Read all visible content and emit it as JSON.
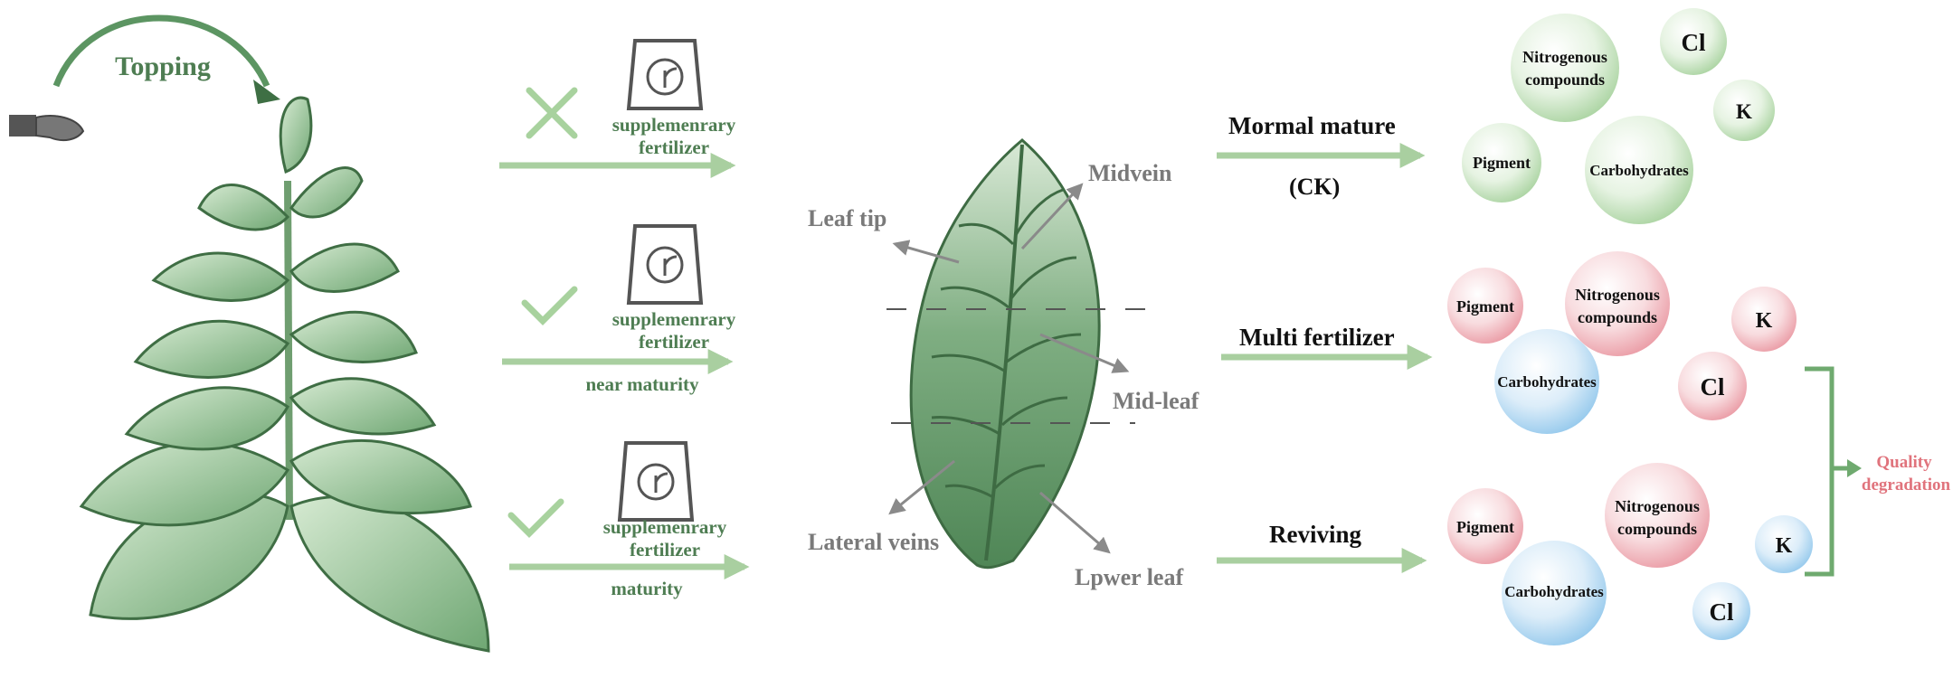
{
  "colors": {
    "green_dark": "#4e7d52",
    "green_arrow": "#a9cfa0",
    "green_bubble": "#cfe7c9",
    "red_bubble": "#f0b9c0",
    "blue_bubble": "#b9dcf3",
    "gray_text": "#7a7a7a",
    "quality_red": "#e0737c"
  },
  "topping": {
    "label": "Topping"
  },
  "treatments": [
    {
      "mark": "cross",
      "line1": "supplemenrary",
      "line2": "fertilizer",
      "timing": ""
    },
    {
      "mark": "check",
      "line1": "supplemenrary",
      "line2": "fertilizer",
      "timing": "near maturity"
    },
    {
      "mark": "check",
      "line1": "supplemenrary",
      "line2": "fertilizer",
      "timing": "maturity"
    }
  ],
  "leaf_labels": {
    "leaf_tip": "Leaf tip",
    "midvein": "Midvein",
    "mid_leaf": "Mid-leaf",
    "lateral_veins": "Lateral veins",
    "lower_leaf": "Lpwer leaf"
  },
  "outcomes": [
    {
      "label": "Mormal mature",
      "sublabel": "(CK)"
    },
    {
      "label": "Multi fertilizer",
      "sublabel": ""
    },
    {
      "label": "Reviving",
      "sublabel": ""
    }
  ],
  "bubbles": {
    "normal": {
      "nitro1": "Nitrogenous",
      "nitro2": "compounds",
      "cl": "Cl",
      "k": "K",
      "pigment": "Pigment",
      "carbo": "Carbohydrates"
    },
    "multi": {
      "nitro1": "Nitrogenous",
      "nitro2": "compounds",
      "cl": "Cl",
      "k": "K",
      "pigment": "Pigment",
      "carbo": "Carbohydrates"
    },
    "reviving": {
      "nitro1": "Nitrogenous",
      "nitro2": "compounds",
      "cl": "Cl",
      "k": "K",
      "pigment": "Pigment",
      "carbo": "Carbohydrates"
    }
  },
  "quality": {
    "line1": "Quality",
    "line2": "degradation"
  }
}
